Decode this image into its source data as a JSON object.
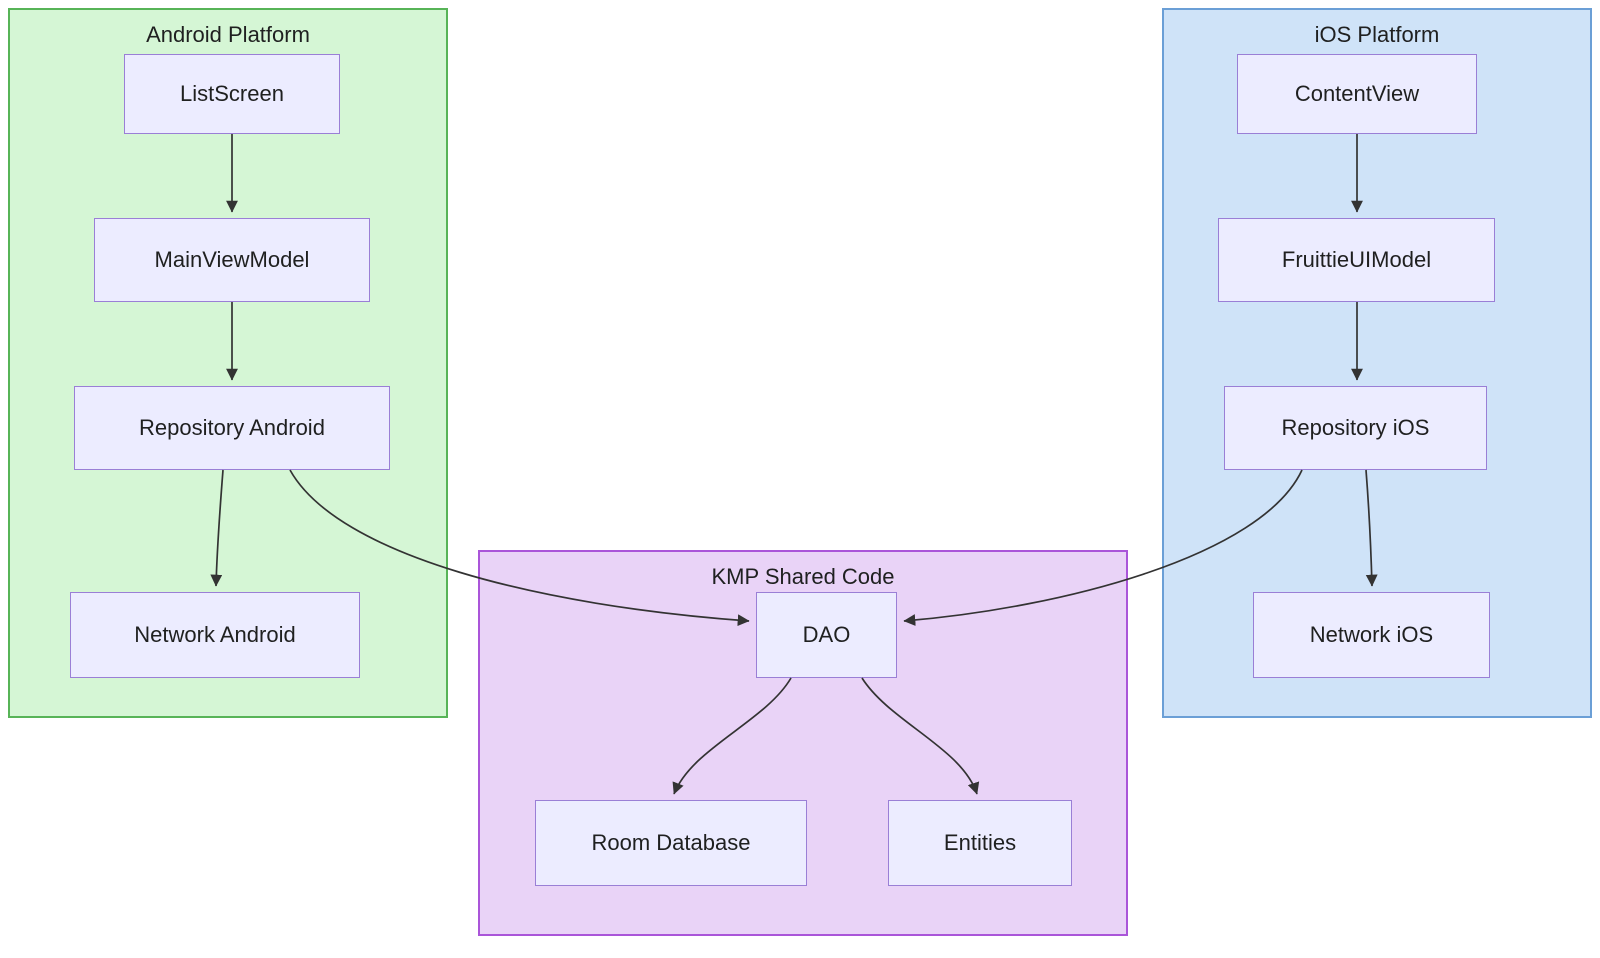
{
  "diagram": {
    "type": "flowchart",
    "groups": {
      "android": {
        "title": "Android Platform"
      },
      "ios": {
        "title": "iOS Platform"
      },
      "kmp": {
        "title": "KMP Shared Code"
      }
    },
    "nodes": {
      "list_screen": {
        "label": "ListScreen",
        "group": "android"
      },
      "main_view_model": {
        "label": "MainViewModel",
        "group": "android"
      },
      "repository_android": {
        "label": "Repository Android",
        "group": "android"
      },
      "network_android": {
        "label": "Network Android",
        "group": "android"
      },
      "content_view": {
        "label": "ContentView",
        "group": "ios"
      },
      "fruittie_ui_model": {
        "label": "FruittieUIModel",
        "group": "ios"
      },
      "repository_ios": {
        "label": "Repository iOS",
        "group": "ios"
      },
      "network_ios": {
        "label": "Network iOS",
        "group": "ios"
      },
      "dao": {
        "label": "DAO",
        "group": "kmp"
      },
      "room_database": {
        "label": "Room Database",
        "group": "kmp"
      },
      "entities": {
        "label": "Entities",
        "group": "kmp"
      }
    },
    "edges": [
      {
        "from": "ListScreen",
        "to": "MainViewModel"
      },
      {
        "from": "MainViewModel",
        "to": "Repository Android"
      },
      {
        "from": "Repository Android",
        "to": "Network Android"
      },
      {
        "from": "Repository Android",
        "to": "DAO"
      },
      {
        "from": "ContentView",
        "to": "FruittieUIModel"
      },
      {
        "from": "FruittieUIModel",
        "to": "Repository iOS"
      },
      {
        "from": "Repository iOS",
        "to": "Network iOS"
      },
      {
        "from": "Repository iOS",
        "to": "DAO"
      },
      {
        "from": "DAO",
        "to": "Room Database"
      },
      {
        "from": "DAO",
        "to": "Entities"
      }
    ],
    "colors": {
      "android_fill": "#d5f6d5",
      "android_border": "#57b457",
      "ios_fill": "#cfe3f8",
      "ios_border": "#6b9fd6",
      "kmp_fill": "#e9d3f7",
      "kmp_border": "#aa55d9",
      "node_fill": "#ececff",
      "node_border": "#9a7fd6",
      "edge_color": "#333333",
      "text_color": "#1f2020"
    }
  }
}
